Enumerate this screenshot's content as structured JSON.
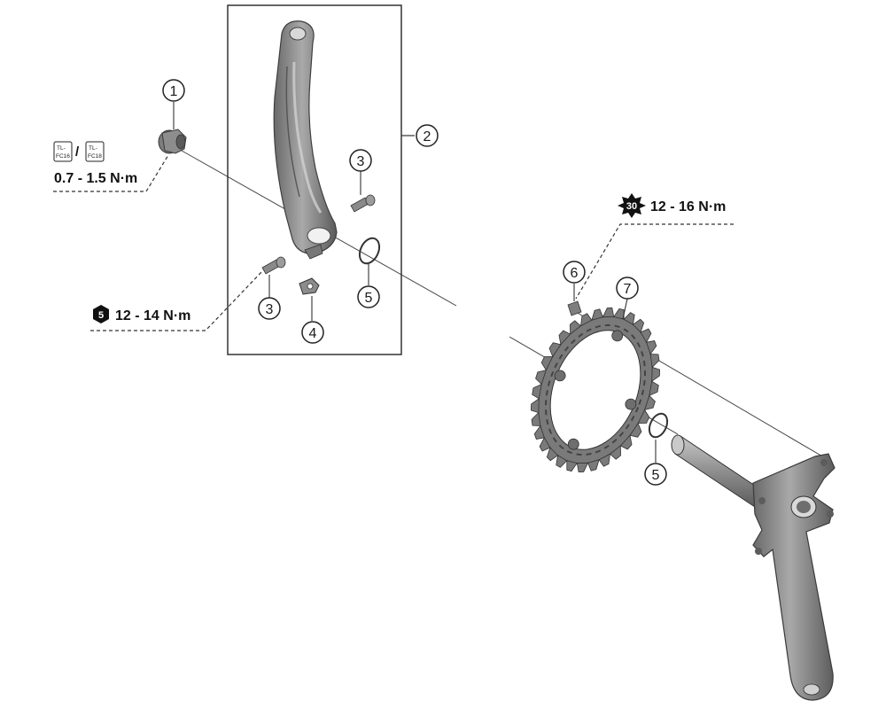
{
  "diagram": {
    "callouts": [
      {
        "id": "c1",
        "number": "1",
        "part": "crank-bolt-cap"
      },
      {
        "id": "c2",
        "number": "2",
        "part": "left-hand-crank-arm-unit"
      },
      {
        "id": "c3a",
        "number": "3",
        "part": "pinch-bolt"
      },
      {
        "id": "c3b",
        "number": "3",
        "part": "pinch-bolt"
      },
      {
        "id": "c4",
        "number": "4",
        "part": "stopper-plate"
      },
      {
        "id": "c5a",
        "number": "5",
        "part": "seal-ring"
      },
      {
        "id": "c5b",
        "number": "5",
        "part": "seal-ring"
      },
      {
        "id": "c6",
        "number": "6",
        "part": "chainring-fixing-bolt"
      },
      {
        "id": "c7",
        "number": "7",
        "part": "chainring"
      }
    ],
    "tools": {
      "tool1": {
        "line1": "TL-",
        "line2": "FC16"
      },
      "separator": "/",
      "tool2": {
        "line1": "TL-",
        "line2": "FC18"
      }
    },
    "torques": {
      "cap": {
        "value": "0.7 - 1.5 N·m"
      },
      "pinch": {
        "badge": "5",
        "badge_icon": "hex-key-icon",
        "value": "12 - 14 N·m"
      },
      "chainring": {
        "badge": "30",
        "badge_icon": "torx-icon",
        "value": "12 - 16 N·m"
      }
    },
    "colors": {
      "metal_dark": "#5e5e5e",
      "metal_mid": "#8a8a8a",
      "metal_light": "#b4b4b4",
      "line": "#222222"
    }
  }
}
